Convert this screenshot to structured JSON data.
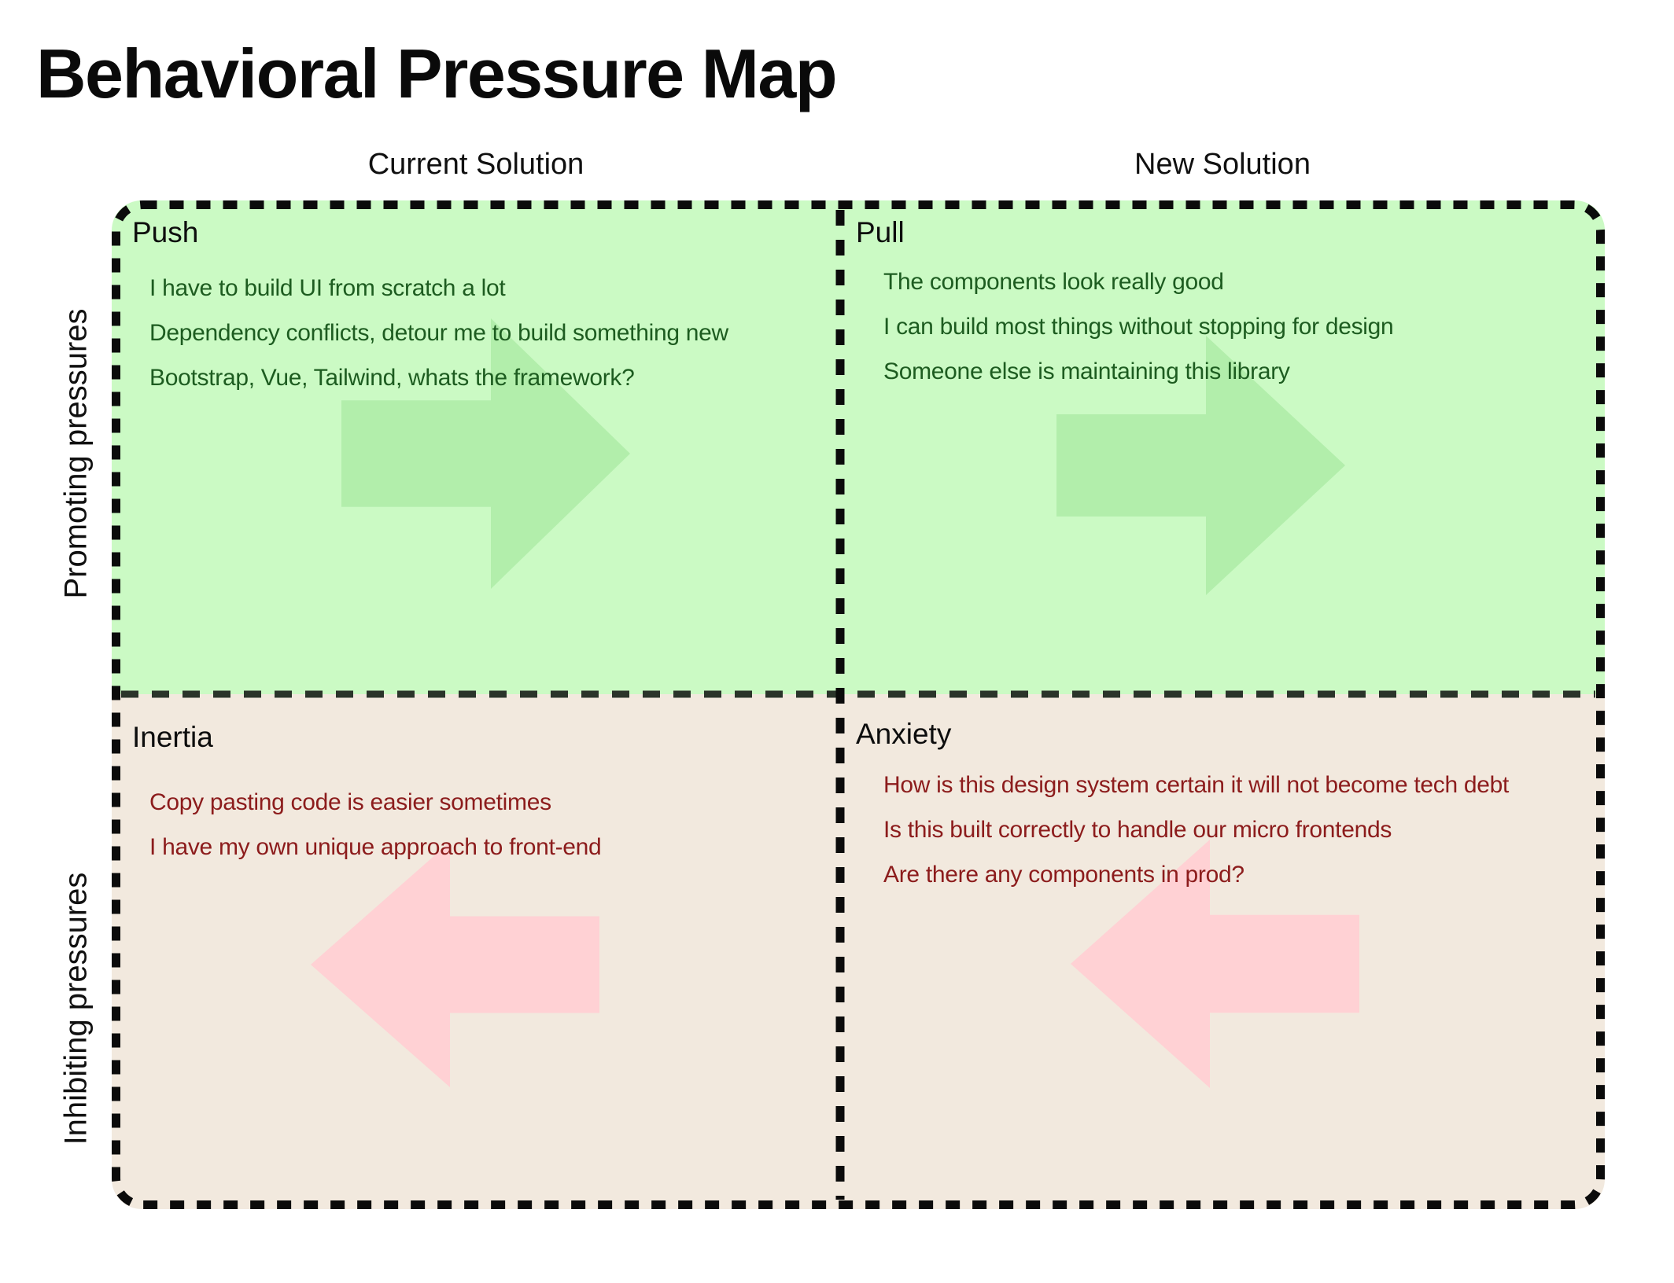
{
  "title": "Behavioral Pressure Map",
  "columns": [
    {
      "label": "Current Solution"
    },
    {
      "label": "New Solution"
    }
  ],
  "rows": [
    {
      "label": "Promoting pressures"
    },
    {
      "label": "Inhibiting pressures"
    }
  ],
  "quadrants": [
    {
      "id": "push",
      "title": "Push",
      "arrow_direction": "right",
      "items": [
        "I have to build UI from scratch a lot",
        "Dependency conflicts, detour me to build something new",
        "Bootstrap, Vue, Tailwind, whats the framework?"
      ]
    },
    {
      "id": "pull",
      "title": "Pull",
      "arrow_direction": "right",
      "items": [
        "The components look really good",
        "I can build most things without stopping for design",
        "Someone else is maintaining this library"
      ]
    },
    {
      "id": "inertia",
      "title": "Inertia",
      "arrow_direction": "left",
      "items": [
        "Copy pasting code is easier sometimes",
        "I have my own unique approach to front-end"
      ]
    },
    {
      "id": "anxiety",
      "title": "Anxiety",
      "arrow_direction": "left",
      "items": [
        "How is this design system certain it will not become tech debt",
        "Is this built correctly to handle our micro frontends",
        "Are there any components in prod?"
      ]
    }
  ],
  "colors": {
    "promoting_background": "#cbfac4",
    "promoting_arrow": "#b2eeab",
    "promoting_text": "#1d5c20",
    "inhibiting_background": "#f2e9de",
    "inhibiting_arrow": "#ffd1d4",
    "inhibiting_text": "#8c1c1c",
    "frame_border": "#0b0b0b",
    "divider": "#2b342a",
    "heading_text": "#0d0d0d"
  }
}
